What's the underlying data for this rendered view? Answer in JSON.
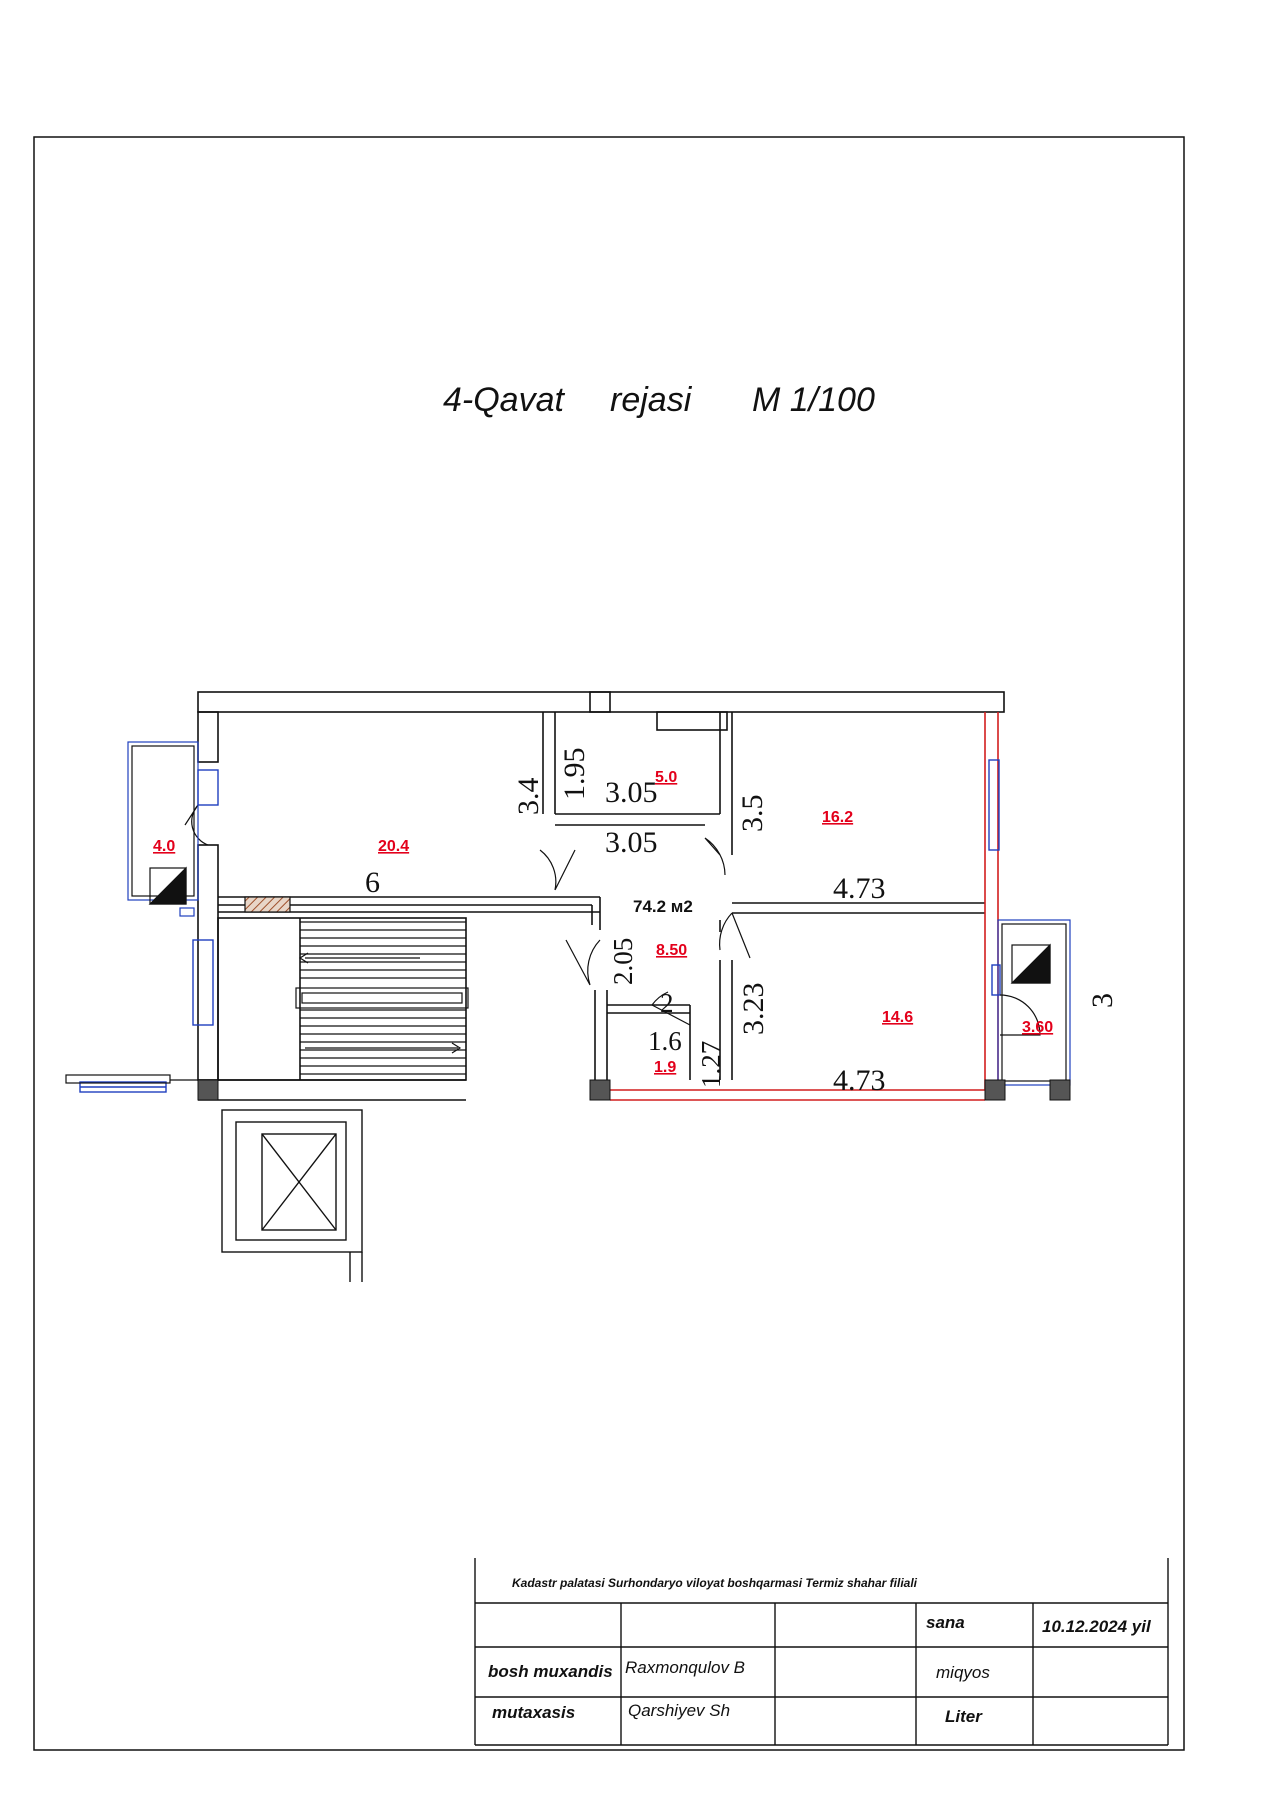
{
  "sheet": {
    "title_floor": "4-Qavat",
    "title_word": "rejasi",
    "title_scale": "M 1/100"
  },
  "rooms": {
    "living_area": "20.4",
    "balcony_left_area": "4.0",
    "bathroom_area": "5.0",
    "bedroom_top_area": "16.2",
    "hall_area": "8.50",
    "bedroom_bottom_area": "14.6",
    "balcony_right_area": "3.60",
    "wc_area": "1.9",
    "total_area": "74.2 м2"
  },
  "dimensions": {
    "living_height": "3.4",
    "living_width": "6",
    "bath_height": "1.95",
    "bath_width_top": "3.05",
    "bath_width_bottom": "3.05",
    "bedroom_top_height": "3.5",
    "bedroom_top_width": "4.73",
    "corridor_height": "2.05",
    "wc_label_2": "2",
    "wc_width": "1.6",
    "wc_height": "1.27",
    "bedroom_bottom_height": "3.23",
    "bedroom_bottom_width": "4.73",
    "balcony_right_depth": "3"
  },
  "title_block": {
    "organization": "Kadastr palatasi Surhondaryo viloyat boshqarmasi Termiz shahar filiali",
    "date_label": "sana",
    "date_value": "10.12.2024 yil",
    "role_1": "bosh muxandis",
    "name_1": "Raxmonqulov B",
    "scale_label": "miqyos",
    "role_2": "mutaxasis",
    "name_2": "Qarshiyev Sh",
    "liter_label": "Liter"
  },
  "colors": {
    "line": "#111111",
    "area_red": "#e3001b",
    "wall_red": "#d21e1e",
    "window_blue": "#1f3fbf",
    "column_gray": "#555555"
  }
}
